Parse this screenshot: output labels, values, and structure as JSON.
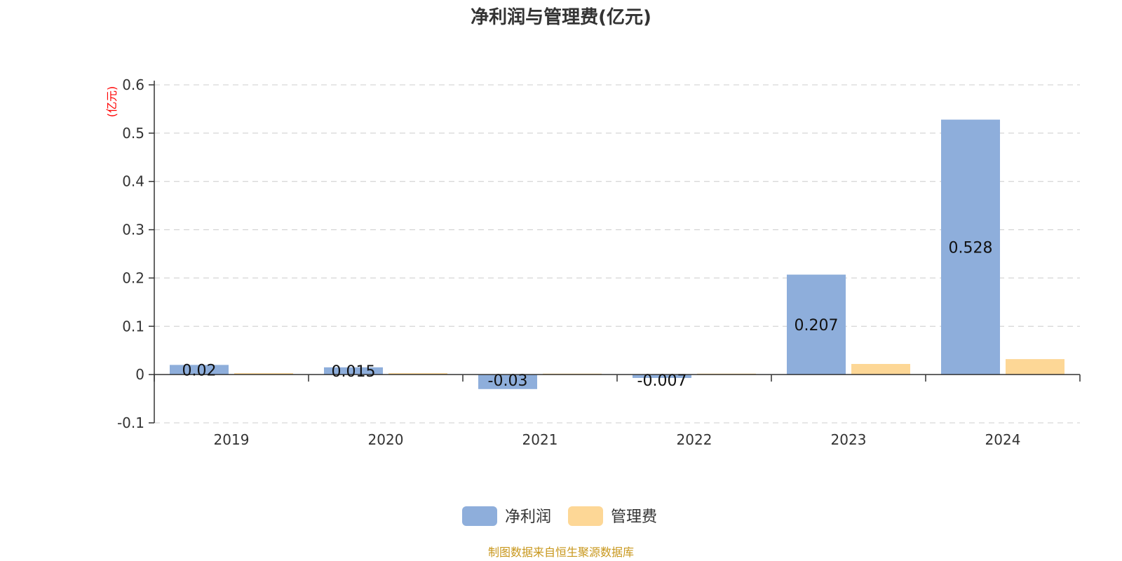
{
  "chart_data": {
    "type": "bar",
    "title": "净利润与管理费(亿元)",
    "ylabel": "(亿元)",
    "categories": [
      "2019",
      "2020",
      "2021",
      "2022",
      "2023",
      "2024"
    ],
    "yticks": [
      0.6,
      0.5,
      0.4,
      0.3,
      0.2,
      0.1,
      0,
      -0.1
    ],
    "ylim": [
      -0.1,
      0.6
    ],
    "grid": true,
    "legend_position": "bottom",
    "series": [
      {
        "name": "净利润",
        "values": [
          0.02,
          0.015,
          -0.03,
          -0.007,
          0.207,
          0.528
        ],
        "labels": [
          "0.02",
          "0.015",
          "-0.03",
          "-0.007",
          "0.207",
          "0.528"
        ],
        "color": "#8eaedb"
      },
      {
        "name": "管理费",
        "values": [
          0.003,
          0.003,
          0.002,
          0.002,
          0.022,
          0.032
        ],
        "color": "#fdd796"
      }
    ]
  },
  "source_note": "制图数据来自恒生聚源数据库"
}
